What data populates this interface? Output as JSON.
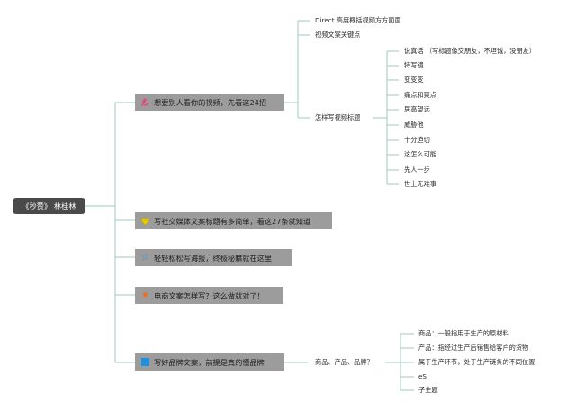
{
  "root": {
    "label": "《秒赞》 林桂林"
  },
  "colors": {
    "root_bg": "#4a4a4a",
    "branch_bg": "#9c9c9c",
    "line": "#8fbfb0",
    "icon_pink": "#e8457a",
    "icon_yellow": "#e8d000",
    "icon_blue_star": "#2b8fd6",
    "icon_orange_star": "#f06a1a",
    "icon_blue_square": "#1e90e0"
  },
  "branches": [
    {
      "label": "想要别人看你的视频，先看这24招",
      "icon": "pink-scissors-icon",
      "children": [
        {
          "label": "Direct 高度概括视频方方面面"
        },
        {
          "label": "视频文案关键点"
        },
        {
          "label": "怎样写视频标题",
          "children": [
            {
              "label": "说真话 （写标题像交朋友，不坦诚，没朋友）"
            },
            {
              "label": "特写镜"
            },
            {
              "label": "变变变"
            },
            {
              "label": "痛点和爽点"
            },
            {
              "label": "居高望远"
            },
            {
              "label": "威胁他"
            },
            {
              "label": "十分迫切"
            },
            {
              "label": "这怎么可能"
            },
            {
              "label": "先人一步"
            },
            {
              "label": "世上无难事"
            }
          ]
        }
      ]
    },
    {
      "label": "写社交媒体文案标题有多简单，看这27条就知道",
      "icon": "yellow-diamond-icon"
    },
    {
      "label": "轻轻松松写海报，终极秘籍就在这里",
      "icon": "blue-star-icon"
    },
    {
      "label": "电商文案怎样写？这么做就对了！",
      "icon": "orange-star-icon"
    },
    {
      "label": "写好品牌文案，前提是真的懂品牌",
      "icon": "blue-square-icon",
      "children": [
        {
          "label": "商品、产品、品牌？",
          "children": [
            {
              "label": "商品：一般指用于生产的原材料"
            },
            {
              "label": "产品：指经过生产后销售给客户的货物"
            },
            {
              "label": "属于生产环节，处于生产链条的不同位置"
            },
            {
              "label": "eS"
            },
            {
              "label": "子主题"
            }
          ]
        }
      ]
    }
  ]
}
